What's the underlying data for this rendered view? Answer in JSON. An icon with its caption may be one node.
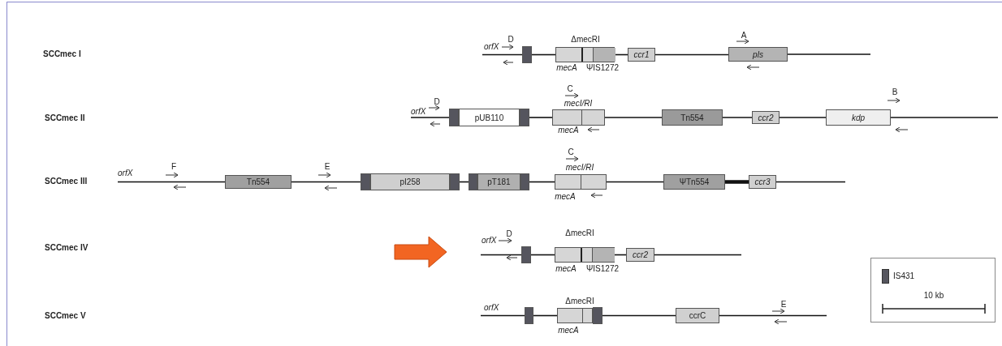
{
  "diagram": {
    "nodes": [
      {
        "text": [],
        "shape": "box"
      },
      {
        "text": [],
        "shape": "box",
        "beside": [
          "ΔmecRI",
          "mecA",
          "ΨIS1272"
        ]
      },
      {
        "text": [
          "ccr1"
        ]
      },
      {
        "text": [
          "pls"
        ]
      },
      {
        "text": [],
        "shape": "box"
      },
      {
        "text": [
          "pUB110"
        ]
      },
      {
        "text": [],
        "shape": "box"
      },
      {
        "text": [],
        "shape": "box",
        "beside": [
          "mecI/RI",
          "mecA"
        ]
      },
      {
        "text": [
          "Tn554"
        ]
      },
      {
        "text": [
          "ccr2"
        ]
      },
      {
        "text": [
          "kdp"
        ]
      },
      {
        "text": [
          "Tn554"
        ]
      },
      {
        "text": [],
        "shape": "box"
      },
      {
        "text": [
          "pI258"
        ]
      },
      {
        "text": [],
        "shape": "box"
      },
      {
        "text": [],
        "shape": "box"
      },
      {
        "text": [
          "pT181"
        ]
      },
      {
        "text": [],
        "shape": "box"
      },
      {
        "text": [],
        "shape": "box",
        "beside": [
          "mecI/RI",
          "mecA"
        ]
      },
      {
        "text": [
          "ΨTn554"
        ]
      },
      {
        "text": [
          "ccr3"
        ]
      },
      {
        "text": [],
        "shape": "box"
      },
      {
        "text": [],
        "shape": "box",
        "beside": [
          "ΔmecRI",
          "mecA",
          "ΨIS1272"
        ]
      },
      {
        "text": [
          "ccr2"
        ]
      },
      {
        "text": [],
        "shape": "box"
      },
      {
        "text": [],
        "shape": "box",
        "beside": [
          "ΔmecRI",
          "mecA"
        ]
      },
      {
        "text": [],
        "shape": "box"
      },
      {
        "text": [
          "ccrC"
        ]
      },
      {
        "text": [
          "orfX"
        ]
      },
      {
        "text": [
          "orfX"
        ]
      },
      {
        "text": [
          "orfX"
        ]
      },
      {
        "text": [
          "orfX"
        ]
      },
      {
        "text": [
          "orfX"
        ]
      }
    ],
    "edges": [
      {
        "from": 28,
        "to": 0,
        "arrow": "none"
      },
      {
        "from": 0,
        "to": 1,
        "arrow": "none"
      },
      {
        "from": 1,
        "to": 2,
        "arrow": "none"
      },
      {
        "from": 2,
        "to": 3,
        "arrow": "none"
      },
      {
        "from": 3,
        "to": null,
        "arrow": "none"
      },
      {
        "from": 29,
        "to": 4,
        "arrow": "none"
      },
      {
        "from": 6,
        "to": 7,
        "arrow": "none"
      },
      {
        "from": 7,
        "to": 8,
        "arrow": "none"
      },
      {
        "from": 8,
        "to": 9,
        "arrow": "none"
      },
      {
        "from": 9,
        "to": 10,
        "arrow": "none"
      },
      {
        "from": 10,
        "to": null,
        "arrow": "none"
      },
      {
        "from": 30,
        "to": 11,
        "arrow": "none"
      },
      {
        "from": 11,
        "to": 12,
        "arrow": "none"
      },
      {
        "from": 14,
        "to": 15,
        "arrow": "none"
      },
      {
        "from": 17,
        "to": 18,
        "arrow": "none"
      },
      {
        "from": 18,
        "to": 19,
        "arrow": "none"
      },
      {
        "from": 19,
        "to": 20,
        "arrow": "none",
        "style": "thick"
      },
      {
        "from": 20,
        "to": null,
        "arrow": "none"
      },
      {
        "from": 31,
        "to": 21,
        "arrow": "none"
      },
      {
        "from": 21,
        "to": 22,
        "arrow": "none"
      },
      {
        "from": 22,
        "to": 23,
        "arrow": "none"
      },
      {
        "from": 23,
        "to": null,
        "arrow": "none"
      },
      {
        "from": 32,
        "to": 24,
        "arrow": "none"
      },
      {
        "from": 24,
        "to": 25,
        "arrow": "none"
      },
      {
        "from": 26,
        "to": 27,
        "arrow": "none"
      },
      {
        "from": 27,
        "to": null,
        "arrow": "none"
      }
    ],
    "labels": [
      "SCCmec I",
      "D",
      "A",
      "SCCmec II",
      "D",
      "C",
      "B",
      "SCCmec III",
      "F",
      "E",
      "C",
      "SCCmec IV",
      "D",
      "SCCmec V",
      "E",
      "10 kb"
    ],
    "legend": [
      {
        "text": "IS431",
        "color": "#55555e"
      }
    ]
  }
}
